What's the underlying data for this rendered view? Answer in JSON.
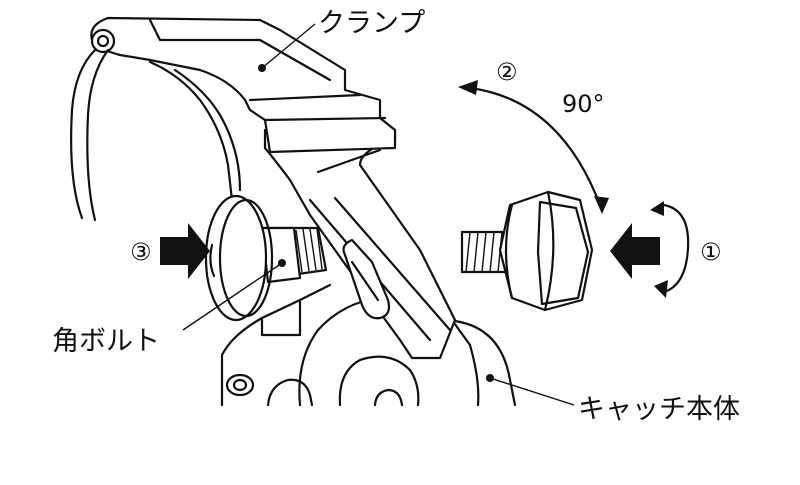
{
  "labels": {
    "clamp": "クランプ",
    "square_bolt": "角ボルト",
    "catch_body": "キャッチ本体",
    "angle": "90°",
    "step1": "①",
    "step2": "②",
    "step3": "③"
  },
  "colors": {
    "ink": "#111111",
    "background": "#ffffff"
  },
  "icons": [
    "push-arrow-icon",
    "rotation-arrow-icon"
  ]
}
